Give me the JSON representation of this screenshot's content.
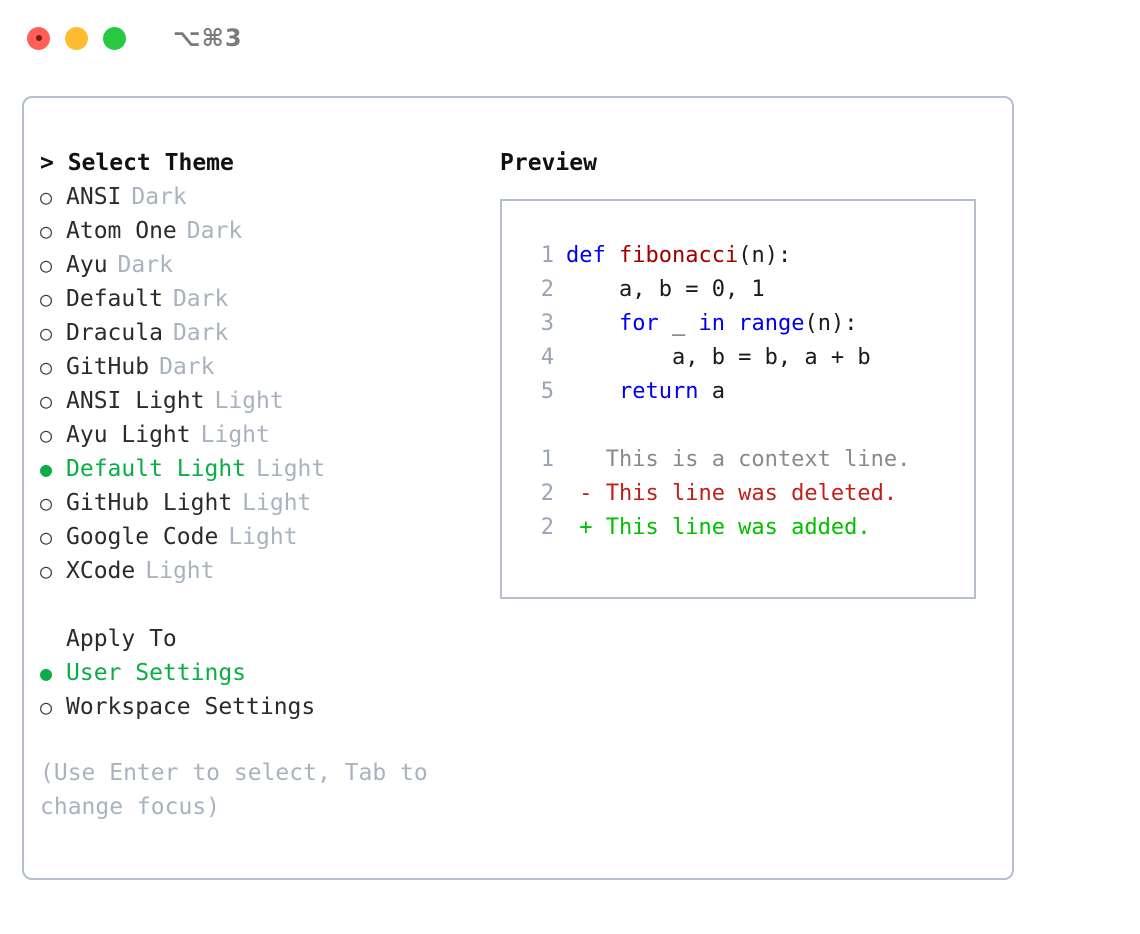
{
  "titlebar": {
    "shortcut": "⌥⌘3",
    "buttons": [
      {
        "name": "close",
        "color": "#ff5f57"
      },
      {
        "name": "minimize",
        "color": "#febc2e"
      },
      {
        "name": "maximize",
        "color": "#28c840"
      }
    ]
  },
  "theme_picker": {
    "heading": "> Select Theme",
    "selected_bullet": "●",
    "unselected_bullet": "○",
    "accent_color": "#0aae44",
    "muted_color": "#a9b2bf",
    "items": [
      {
        "label": "ANSI",
        "tag": "Dark",
        "selected": false
      },
      {
        "label": "Atom One",
        "tag": "Dark",
        "selected": false
      },
      {
        "label": "Ayu",
        "tag": "Dark",
        "selected": false
      },
      {
        "label": "Default",
        "tag": "Dark",
        "selected": false
      },
      {
        "label": "Dracula",
        "tag": "Dark",
        "selected": false
      },
      {
        "label": "GitHub",
        "tag": "Dark",
        "selected": false
      },
      {
        "label": "ANSI Light",
        "tag": "Light",
        "selected": false
      },
      {
        "label": "Ayu Light",
        "tag": "Light",
        "selected": false
      },
      {
        "label": "Default Light",
        "tag": "Light",
        "selected": true
      },
      {
        "label": "GitHub Light",
        "tag": "Light",
        "selected": false
      },
      {
        "label": "Google Code",
        "tag": "Light",
        "selected": false
      },
      {
        "label": "XCode",
        "tag": "Light",
        "selected": false
      }
    ]
  },
  "apply_to": {
    "heading": "Apply To",
    "items": [
      {
        "label": "User Settings",
        "selected": true
      },
      {
        "label": "Workspace Settings",
        "selected": false
      }
    ]
  },
  "hint": "(Use Enter to select, Tab to change focus)",
  "preview": {
    "title": "Preview",
    "code_lines": [
      {
        "number": "1",
        "tokens": [
          {
            "text": "def ",
            "type": "kw"
          },
          {
            "text": "fibonacci",
            "type": "fn"
          },
          {
            "text": "(n):",
            "type": "plain"
          }
        ]
      },
      {
        "number": "2",
        "tokens": [
          {
            "text": "    a, b = 0, 1",
            "type": "plain"
          }
        ]
      },
      {
        "number": "3",
        "tokens": [
          {
            "text": "    ",
            "type": "plain"
          },
          {
            "text": "for",
            "type": "kw"
          },
          {
            "text": " _ ",
            "type": "plain"
          },
          {
            "text": "in",
            "type": "kw"
          },
          {
            "text": " ",
            "type": "plain"
          },
          {
            "text": "range",
            "type": "kw"
          },
          {
            "text": "(n):",
            "type": "plain"
          }
        ]
      },
      {
        "number": "4",
        "tokens": [
          {
            "text": "        a, b = b, a + b",
            "type": "plain"
          }
        ]
      },
      {
        "number": "5",
        "tokens": [
          {
            "text": "    ",
            "type": "plain"
          },
          {
            "text": "return",
            "type": "kw"
          },
          {
            "text": " a",
            "type": "plain"
          }
        ]
      }
    ],
    "diff_lines": [
      {
        "number": "1",
        "marker": " ",
        "text": "This is a context line.",
        "type": "ctx"
      },
      {
        "number": "2",
        "marker": "-",
        "text": "This line was deleted.",
        "type": "del"
      },
      {
        "number": "2",
        "marker": "+",
        "text": "This line was added.",
        "type": "add"
      }
    ]
  }
}
